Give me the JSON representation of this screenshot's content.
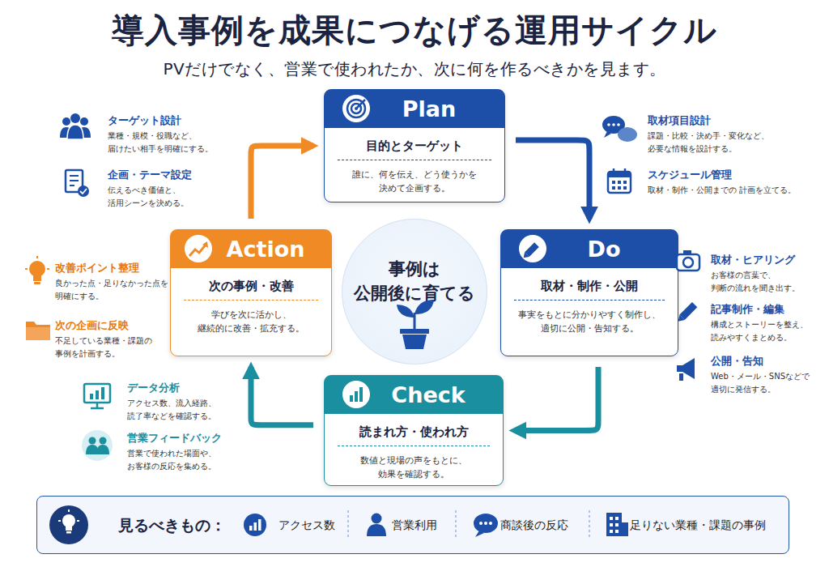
{
  "diagram": {
    "title": "導入事例を成果につなげる運用サイクル",
    "nodes": [
      {
        "text": [
          "Plan",
          "目的とターゲット",
          "誰に、何を伝え、どう使うかを 決めて企画する。"
        ]
      },
      {
        "text": [
          "Action",
          "次の事例・改善",
          "学びを次に活かし、 継続的に改善・拡充する。"
        ]
      },
      {
        "text": [
          "事例は 公開後に育てる"
        ]
      },
      {
        "text": [
          "Do",
          "取材・制作・公開",
          "事実をもとに分かりやすく制作し、 適切に公開・告知する。"
        ]
      },
      {
        "text": [
          "Check",
          "読まれ方・使われ方",
          "数値と現場の声をもとに、 効果を確認する。"
        ]
      },
      {
        "text": [
          "見るべきもの：",
          "アクセス数",
          "営業利用",
          "商談後の反応",
          "足りない業種・課題の事例"
        ]
      }
    ],
    "edges": [
      {
        "from": 0,
        "to": 3,
        "arrow": "to"
      },
      {
        "from": 3,
        "to": 4,
        "arrow": "to"
      },
      {
        "from": 4,
        "to": 1,
        "arrow": "to"
      },
      {
        "from": 1,
        "to": 0,
        "arrow": "to"
      }
    ],
    "labels": [
      "PVだけでなく、営業で使われたか、次に何を作るべきかを見ます。",
      "ターゲット設計",
      "業種・規模・役職など、 届けたい相手を明確にする。",
      "企画・テーマ設定",
      "伝えるべき価値と、 活用シーンを決める。",
      "取材項目設計",
      "課題・比較・決め手・変化など、 必要な情報を設計する。",
      "スケジュール管理",
      "取材・制作・公開までの 計画を立てる。",
      "改善ポイント整理",
      "良かった点・足りなかった点を 明確にする。",
      "次の企画に反映",
      "不足している業種・課題の 事例を計画する。",
      "取材・ヒアリング",
      "お客様の言葉で、 判断の流れを聞き出す。",
      "記事制作・編集",
      "構成とストーリーを整え、 読みやすくまとめる。",
      "公開・告知",
      "Web・メール・SNSなどで 適切に発信する。",
      "データ分析",
      "アクセス数、流入経路、 読了率などを確認する。",
      "営業フィードバック",
      "営業で使われた場面や、 お客様の反応を集める。"
    ]
  }
}
